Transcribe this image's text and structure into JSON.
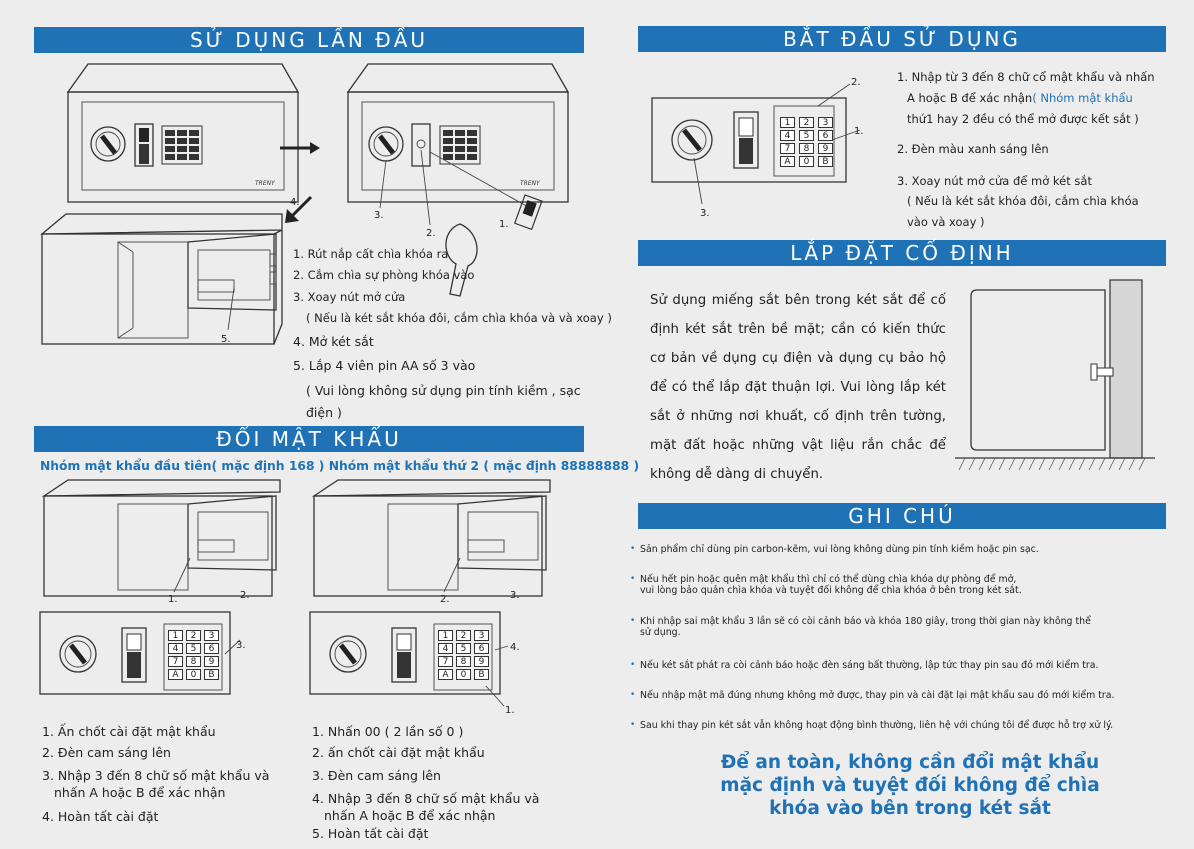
{
  "sections": {
    "first_use": {
      "title": "SỬ DỤNG LẦN ĐẦU",
      "steps": [
        "1. Rút nắp cất chìa khóa ra",
        "2. Cắm chìa sự phòng khóa vào",
        "3. Xoay nút mở cửa",
        "( Nếu là két sắt khóa đôi, cắm chìa khóa và và xoay )",
        "4. Mở két sắt",
        "5. Lắp 4 viên pin AA số 3 vào",
        "( Vui lòng không sử dụng pin tính kiềm , sạc",
        "điện )"
      ],
      "callouts": [
        "1.",
        "2.",
        "3.",
        "4.",
        "5."
      ],
      "brand": "TRENY"
    },
    "start_use": {
      "title": "BẮT ĐẦU SỬ DỤNG",
      "steps": [
        "1. Nhập từ 3 đến 8 chữ cổ mật khẩu và nhấn",
        "A hoặc B để xác nhận",
        "( Nhóm mật khẩu",
        "thứ1 hay 2 đều có thể mở được kết sắt )",
        "2. Đèn màu xanh sáng lên",
        "3. Xoay nút mở cửa để mở két sắt",
        "( Nếu là két sắt khóa đôi, cắm chìa khóa",
        "vào và xoay )"
      ],
      "callouts": [
        "2.",
        "1.",
        "3."
      ]
    },
    "install": {
      "title": "LẮP ĐẶT CỐ ĐỊNH",
      "body": "Sử dụng miếng sắt bên trong két sắt để cố định két sắt trên bề mặt; cần có kiến thức cơ bản về dụng cụ điện và dụng cụ bảo hộ để có thể lắp đặt thuận lợi. Vui lòng lắp két sắt ở những nơi khuất, cố định trên tường, mặt đất hoặc những vật liệu rắn chắc để không dễ dàng di chuyển."
    },
    "change_password": {
      "title": "ĐỔI MẬT KHẨU",
      "subtitle": "Nhóm mật khẩu đầu tiên( mặc định 168 ) Nhóm mật khẩu thứ 2 ( mặc định 88888888 )",
      "group1_steps": [
        "1. Ấn chốt cài đặt mật khẩu",
        "2. Đèn cam sáng lên",
        "3. Nhập 3 đến 8 chữ số mật khẩu và",
        "nhấn A hoặc B để xác nhận",
        "4. Hoàn tất cài đặt"
      ],
      "group2_steps": [
        "1. Nhấn 00 ( 2 lần số 0 )",
        "2. ấn chốt cài đặt mật khẩu",
        "3. Đèn cam sáng lên",
        "4. Nhập 3 đến 8 chữ số mật khẩu và",
        "nhấn A hoặc B để xác nhận",
        "5. Hoàn tất cài đặt"
      ],
      "callouts1": [
        "1.",
        "2.",
        "3."
      ],
      "callouts2": [
        "2.",
        "3.",
        "4.",
        "1."
      ]
    },
    "notes": {
      "title": "GHI CHÚ",
      "items": [
        "Sản phẩm chỉ dùng pin carbon-kẽm, vui lòng không dùng pin tính kiềm hoặc pin sạc.",
        "Nếu hết pin hoặc quên mật khẩu thì chỉ có thể dùng chìa khóa dự phòng để mở,",
        "vui lòng bảo quản chìa khóa và tuyệt đối không để chìa khóa ở bên trong két sắt.",
        "Khi nhập sai mật khẩu 3 lần sẽ có còi cảnh báo và khóa 180 giây, trong thời gian này không thể",
        "sử dụng.",
        "Nếu két sắt phát ra còi cảnh báo hoặc đèn sáng bất thường, lập tức thay pin sau đó mới kiểm tra.",
        "Nếu nhập mật mã đúng nhưng không mở được, thay pin và cài đặt lại mật khẩu sau đó mới kiểm tra.",
        "Sau khi thay pin két sắt vẫn không hoạt động bình thường, liên hệ với chúng tôi để được hỗ trợ xử lý."
      ],
      "safety": "Để an toàn, không cần đổi mật khẩu mặc định và tuyệt đối không để chìa khóa vào bên trong két sắt"
    }
  },
  "keypad": [
    "1",
    "2",
    "3",
    "4",
    "5",
    "6",
    "7",
    "8",
    "9",
    "A",
    "0",
    "B"
  ],
  "colors": {
    "accent": "#1f72b6",
    "background": "#ededed"
  }
}
